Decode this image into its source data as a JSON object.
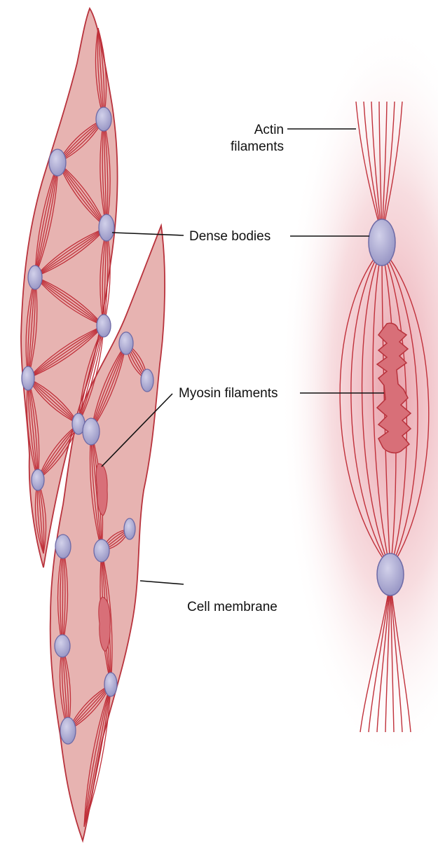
{
  "diagram": {
    "labels": {
      "actin_line1": "Actin",
      "actin_line2": "filaments",
      "dense_bodies": "Dense bodies",
      "myosin_filaments": "Myosin filaments",
      "cell_membrane": "Cell membrane"
    },
    "colors": {
      "cell_fill": "#e7b3b1",
      "cell_outline": "#b8323c",
      "filament": "#c0303a",
      "dense_body_fill": "#a7a5cc",
      "dense_body_outline": "#6d6aa6",
      "myosin_fill": "#d86f78",
      "glow": "#e79aa3",
      "leader_line": "#111111"
    }
  }
}
